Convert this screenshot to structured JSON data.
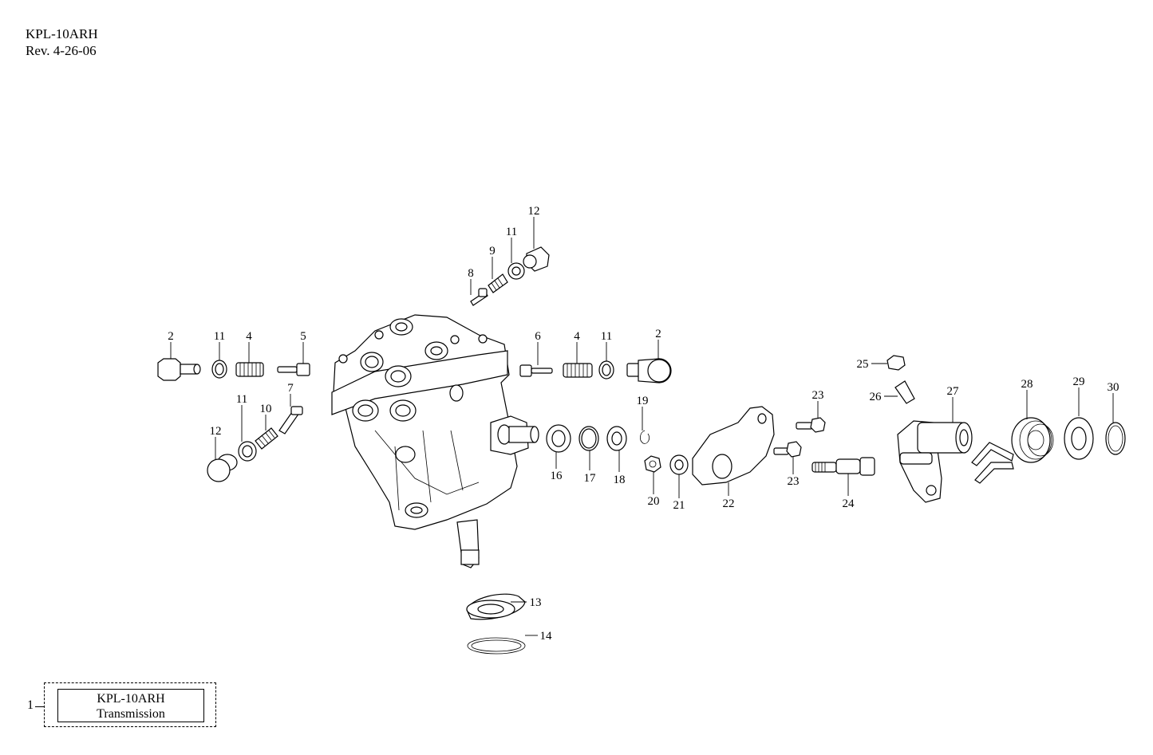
{
  "header": {
    "model": "KPL-10ARH",
    "revision": "Rev. 4-26-06"
  },
  "kit_box": {
    "ref": "1",
    "line1": "KPL-10ARH",
    "line2": "Transmission"
  },
  "callouts": {
    "c2a": "2",
    "c11a": "11",
    "c4a": "4",
    "c5": "5",
    "c11b": "11",
    "c10": "10",
    "c7": "7",
    "c12a": "12",
    "c8": "8",
    "c9": "9",
    "c11c": "11",
    "c12b": "12",
    "c6": "6",
    "c4b": "4",
    "c11d": "11",
    "c2b": "2",
    "c16": "16",
    "c17": "17",
    "c18": "18",
    "c19": "19",
    "c20": "20",
    "c21": "21",
    "c22": "22",
    "c23a": "23",
    "c23b": "23",
    "c24": "24",
    "c25": "25",
    "c26": "26",
    "c27": "27",
    "c28": "28",
    "c29": "29",
    "c30": "30",
    "c13": "13",
    "c14": "14"
  }
}
